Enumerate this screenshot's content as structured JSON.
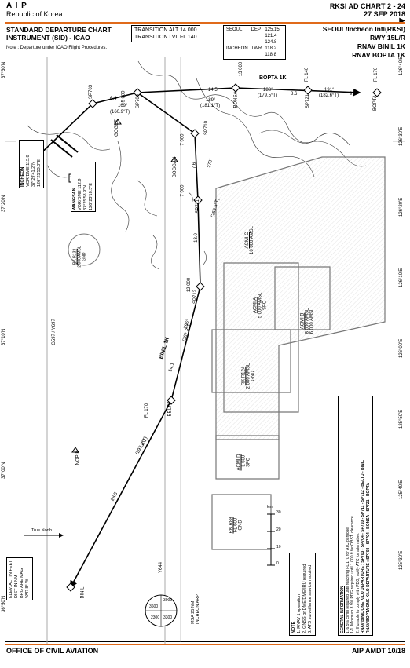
{
  "header": {
    "aip": "A I P",
    "country": "Republic of Korea",
    "chart_id": "RKSI AD CHART 2 - 24",
    "date": "27 SEP 2018"
  },
  "chart": {
    "title_line1": "STANDARD DEPARTURE CHART",
    "title_line2": "INSTRUMENT (SID) - ICAO",
    "note": "Note : Departure under ICAO Flight Procedures.",
    "transition_alt": "TRANSITION  ALT  14 000",
    "transition_lvl": "TRANSITION  LVL   FL 140",
    "freqs": [
      {
        "name": "SEOUL",
        "role": "DEP",
        "values": [
          "125.15",
          "121.4",
          "124.8"
        ]
      },
      {
        "name": "INCHEON",
        "role": "TWR",
        "values": [
          "118.2",
          "118.8"
        ]
      }
    ],
    "airport": "SEOUL/Incheon Intl(RKSI)",
    "runway": "RWY 15L/R",
    "procedure1": "RNAV BINIL 1K",
    "procedure2": "RNAV BOPTA 1K"
  },
  "waypoints": {
    "sp703": "SP703",
    "sp704": "SP704",
    "sp710": "SP710",
    "sp711": "SP711",
    "sp712": "SP712",
    "sp721": "SP721",
    "bopta": "BOPTA",
    "bonsa": "BONSA",
    "goget": "GOGET",
    "boggan": "BOGGAN",
    "beltu": "BELTU",
    "binil": "BINIL",
    "nopik": "NOPIK"
  },
  "legs": {
    "bopta_label": "BOPTA 1K",
    "binil_label": "BINIL 1K",
    "alt_13000": "13 000",
    "alt_5000": "5 000",
    "alt_7000a": "7 000",
    "alt_7000b": "7 000",
    "alt_12000": "12 000",
    "fl140": "FL 140",
    "fl170a": "FL 170",
    "fl170b": "FL 170",
    "d14_5": "14.5",
    "d8_6": "8.6",
    "d9_0": "9.0",
    "d7_6": "7.6",
    "d13_0": "13.0",
    "d29_5": "29.5",
    "d14_1": "14.1",
    "d6_4": "6.4",
    "crs189a": "189°",
    "crs189b": "(181.1°T)",
    "crs188a": "188°",
    "crs188b": "(179.5°T)",
    "crs191a": "191°",
    "crs191b": "(182.6°T)",
    "crs278a": "278°",
    "crs278b": "(269.5°T)",
    "crs295a": "295°",
    "crs295b": "(287.8°T)",
    "crs301a": "301°",
    "crs301b": "(293.2°T)",
    "crs169a": "169°",
    "crs169b": "(160.9°T)"
  },
  "airspace": {
    "acmi_c": "ACMI C",
    "acmi_c_alt": "10 000 AMSL",
    "acmi_a": "ACMI A",
    "acmi_a_alt1": "5 000 AMSL",
    "acmi_a_alt2": "SFC",
    "acmi_b": "ACMI B",
    "acmi_b_alt1": "8 000 AMSL",
    "acmi_b_alt2": "6 000 AMSL",
    "acmi_d": "ACMI D",
    "acmi_d_alt1": "FL 600",
    "acmi_d_alt2": "SFC",
    "rk_r124": "RK R124",
    "rk_r124_alt1": "2 000 AMSL",
    "rk_r124_alt2": "GND",
    "rk_r88": "RK R88",
    "rk_r88_alt1": "FL 600",
    "rk_r88_alt2": "GND",
    "rk_r133": "RK R133",
    "rk_r133_alt1": "2 000 AMSL",
    "rk_r133_alt2": "GND",
    "g597": "G597 / Y697",
    "y644": "Y644"
  },
  "navaids": {
    "incheon": "INCHEON",
    "incheon_vor": "VOR/DME 113.8",
    "incheon_coord": "37°29'41.2\"N  126°25'53.0\"E",
    "wangsan": "WANGSAN",
    "wangsan_vor": "VOR/DME 112.9",
    "wangsan_coord": "37°25'58.9\"N  126°23'18.3\"E"
  },
  "lat_labels": [
    "37°30'N",
    "37°20'N",
    "37°10'N",
    "37°00'N",
    "36°50'N"
  ],
  "lon_labels": [
    "126°40'E",
    "126°30'E",
    "126°20'E",
    "126°10'E",
    "126°00'E",
    "125°50'E",
    "125°40'E",
    "125°30'E"
  ],
  "lower": {
    "elev_note": "ELEV. ALT IN FEET\nDIST IN NM\nBRG ARE MAG\nVAR 8° W",
    "true_north": "True North",
    "msa_label": "MSA 25 NM",
    "msa_ref": "INCHEON ARP",
    "msa_values": [
      "3900",
      "3600",
      "2300",
      "3300"
    ],
    "scale_unit": "km",
    "scale_marks": [
      "30",
      "20",
      "10",
      "0"
    ],
    "notes_title": "NOTE",
    "notes": [
      "1. RNAV 1 operation",
      "2. GNSS or DME/DME/IRU required",
      "3. ATS surveillance service required"
    ],
    "general_title": "GENERAL INFORMATION",
    "general": [
      "1. 6.5% climb required until reaching FL 170 for ATC purpose.",
      "   1-1. Minimum 3.9% PDG required until 1 000 ft for OBST. clearance.",
      "2. If unable to comply with PDG, notify ATC for alternative.",
      "RNAV BINIL ONE KILO DEPARTURE : SP703 - SP704 - SP710 - SP711 - SP712 - BELTU - BINIL",
      "RNAV BOPTA ONE KILO DEPARTURE : SP703 - SP704 - BONSA - SP721 - BOPTA"
    ]
  },
  "footer": {
    "left": "OFFICE OF CIVIL AVIATION",
    "right": "AIP AMDT 10/18"
  }
}
